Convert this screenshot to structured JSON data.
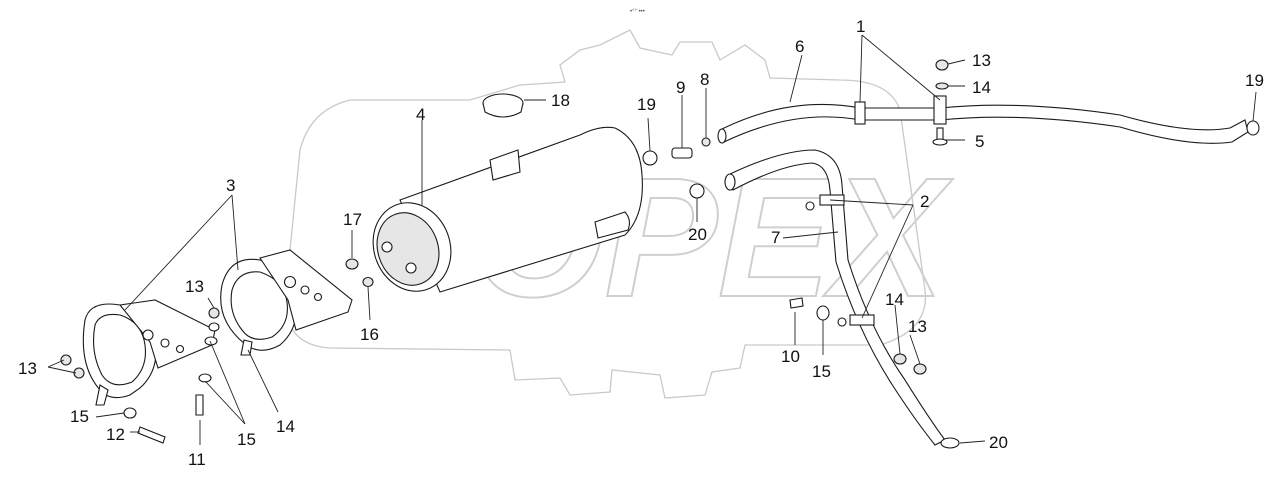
{
  "diagram": {
    "top_note": "•°° •••",
    "watermark_text": "OPEX",
    "callouts": {
      "c1": "1",
      "c2": "2",
      "c3": "3",
      "c4": "4",
      "c5": "5",
      "c6": "6",
      "c7": "7",
      "c8": "8",
      "c9": "9",
      "c10": "10",
      "c11": "11",
      "c12": "12",
      "c13a": "13",
      "c13b": "13",
      "c13c": "13",
      "c13d": "13",
      "c14a": "14",
      "c14b": "14",
      "c14c": "14",
      "c15a": "15",
      "c15b": "15",
      "c15c": "15",
      "c16": "16",
      "c17": "17",
      "c18": "18",
      "c19a": "19",
      "c19b": "19",
      "c20a": "20",
      "c20b": "20"
    }
  }
}
